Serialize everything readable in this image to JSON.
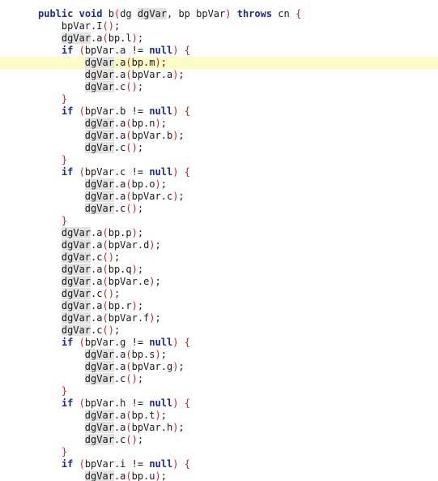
{
  "editor": {
    "current_line_color": "#fdfcc9",
    "keyword_color": "#1f2a98",
    "paren_color": "#cc1f1f",
    "usage_highlight_color": "#e2e2e2",
    "highlighted_identifier": "dgVar",
    "current_line_index": 4,
    "lines": [
      [
        {
          "t": "public",
          "c": "kw"
        },
        {
          "t": " ",
          "c": "plain"
        },
        {
          "t": "void",
          "c": "kw"
        },
        {
          "t": " b",
          "c": "plain"
        },
        {
          "t": "(",
          "c": "p"
        },
        {
          "t": "dg ",
          "c": "plain"
        },
        {
          "t": "dgVar",
          "c": "ref"
        },
        {
          "t": ", bp bpVar",
          "c": "plain"
        },
        {
          "t": ")",
          "c": "p"
        },
        {
          "t": " ",
          "c": "plain"
        },
        {
          "t": "throws",
          "c": "kw"
        },
        {
          "t": " cn ",
          "c": "plain"
        },
        {
          "t": "{",
          "c": "p"
        }
      ],
      [
        {
          "t": "    bpVar.I",
          "c": "plain"
        },
        {
          "t": "()",
          "c": "p"
        },
        {
          "t": ";",
          "c": "plain"
        }
      ],
      [
        {
          "t": "    ",
          "c": "plain"
        },
        {
          "t": "dgVar",
          "c": "ref"
        },
        {
          "t": ".a",
          "c": "plain"
        },
        {
          "t": "(",
          "c": "p"
        },
        {
          "t": "bp.l",
          "c": "plain"
        },
        {
          "t": ")",
          "c": "p"
        },
        {
          "t": ";",
          "c": "plain"
        }
      ],
      [
        {
          "t": "    ",
          "c": "plain"
        },
        {
          "t": "if",
          "c": "kw"
        },
        {
          "t": " ",
          "c": "plain"
        },
        {
          "t": "(",
          "c": "p"
        },
        {
          "t": "bpVar.a != ",
          "c": "plain"
        },
        {
          "t": "null",
          "c": "kw"
        },
        {
          "t": ")",
          "c": "p"
        },
        {
          "t": " ",
          "c": "plain"
        },
        {
          "t": "{",
          "c": "p"
        }
      ],
      [
        {
          "t": "        ",
          "c": "plain"
        },
        {
          "t": "dgVar",
          "c": "ref"
        },
        {
          "t": ".a",
          "c": "plain"
        },
        {
          "t": "(",
          "c": "p"
        },
        {
          "t": "bp.m",
          "c": "plain"
        },
        {
          "t": ")",
          "c": "p"
        },
        {
          "t": ";",
          "c": "plain"
        }
      ],
      [
        {
          "t": "        ",
          "c": "plain"
        },
        {
          "t": "dgVar",
          "c": "ref"
        },
        {
          "t": ".a",
          "c": "plain"
        },
        {
          "t": "(",
          "c": "p"
        },
        {
          "t": "bpVar.a",
          "c": "plain"
        },
        {
          "t": ")",
          "c": "p"
        },
        {
          "t": ";",
          "c": "plain"
        }
      ],
      [
        {
          "t": "        ",
          "c": "plain"
        },
        {
          "t": "dgVar",
          "c": "ref"
        },
        {
          "t": ".c",
          "c": "plain"
        },
        {
          "t": "()",
          "c": "p"
        },
        {
          "t": ";",
          "c": "plain"
        }
      ],
      [
        {
          "t": "    ",
          "c": "plain"
        },
        {
          "t": "}",
          "c": "p"
        }
      ],
      [
        {
          "t": "    ",
          "c": "plain"
        },
        {
          "t": "if",
          "c": "kw"
        },
        {
          "t": " ",
          "c": "plain"
        },
        {
          "t": "(",
          "c": "p"
        },
        {
          "t": "bpVar.b != ",
          "c": "plain"
        },
        {
          "t": "null",
          "c": "kw"
        },
        {
          "t": ")",
          "c": "p"
        },
        {
          "t": " ",
          "c": "plain"
        },
        {
          "t": "{",
          "c": "p"
        }
      ],
      [
        {
          "t": "        ",
          "c": "plain"
        },
        {
          "t": "dgVar",
          "c": "ref"
        },
        {
          "t": ".a",
          "c": "plain"
        },
        {
          "t": "(",
          "c": "p"
        },
        {
          "t": "bp.n",
          "c": "plain"
        },
        {
          "t": ")",
          "c": "p"
        },
        {
          "t": ";",
          "c": "plain"
        }
      ],
      [
        {
          "t": "        ",
          "c": "plain"
        },
        {
          "t": "dgVar",
          "c": "ref"
        },
        {
          "t": ".a",
          "c": "plain"
        },
        {
          "t": "(",
          "c": "p"
        },
        {
          "t": "bpVar.b",
          "c": "plain"
        },
        {
          "t": ")",
          "c": "p"
        },
        {
          "t": ";",
          "c": "plain"
        }
      ],
      [
        {
          "t": "        ",
          "c": "plain"
        },
        {
          "t": "dgVar",
          "c": "ref"
        },
        {
          "t": ".c",
          "c": "plain"
        },
        {
          "t": "()",
          "c": "p"
        },
        {
          "t": ";",
          "c": "plain"
        }
      ],
      [
        {
          "t": "    ",
          "c": "plain"
        },
        {
          "t": "}",
          "c": "p"
        }
      ],
      [
        {
          "t": "    ",
          "c": "plain"
        },
        {
          "t": "if",
          "c": "kw"
        },
        {
          "t": " ",
          "c": "plain"
        },
        {
          "t": "(",
          "c": "p"
        },
        {
          "t": "bpVar.c != ",
          "c": "plain"
        },
        {
          "t": "null",
          "c": "kw"
        },
        {
          "t": ")",
          "c": "p"
        },
        {
          "t": " ",
          "c": "plain"
        },
        {
          "t": "{",
          "c": "p"
        }
      ],
      [
        {
          "t": "        ",
          "c": "plain"
        },
        {
          "t": "dgVar",
          "c": "ref"
        },
        {
          "t": ".a",
          "c": "plain"
        },
        {
          "t": "(",
          "c": "p"
        },
        {
          "t": "bp.o",
          "c": "plain"
        },
        {
          "t": ")",
          "c": "p"
        },
        {
          "t": ";",
          "c": "plain"
        }
      ],
      [
        {
          "t": "        ",
          "c": "plain"
        },
        {
          "t": "dgVar",
          "c": "ref"
        },
        {
          "t": ".a",
          "c": "plain"
        },
        {
          "t": "(",
          "c": "p"
        },
        {
          "t": "bpVar.c",
          "c": "plain"
        },
        {
          "t": ")",
          "c": "p"
        },
        {
          "t": ";",
          "c": "plain"
        }
      ],
      [
        {
          "t": "        ",
          "c": "plain"
        },
        {
          "t": "dgVar",
          "c": "ref"
        },
        {
          "t": ".c",
          "c": "plain"
        },
        {
          "t": "()",
          "c": "p"
        },
        {
          "t": ";",
          "c": "plain"
        }
      ],
      [
        {
          "t": "    ",
          "c": "plain"
        },
        {
          "t": "}",
          "c": "p"
        }
      ],
      [
        {
          "t": "    ",
          "c": "plain"
        },
        {
          "t": "dgVar",
          "c": "ref"
        },
        {
          "t": ".a",
          "c": "plain"
        },
        {
          "t": "(",
          "c": "p"
        },
        {
          "t": "bp.p",
          "c": "plain"
        },
        {
          "t": ")",
          "c": "p"
        },
        {
          "t": ";",
          "c": "plain"
        }
      ],
      [
        {
          "t": "    ",
          "c": "plain"
        },
        {
          "t": "dgVar",
          "c": "ref"
        },
        {
          "t": ".a",
          "c": "plain"
        },
        {
          "t": "(",
          "c": "p"
        },
        {
          "t": "bpVar.d",
          "c": "plain"
        },
        {
          "t": ")",
          "c": "p"
        },
        {
          "t": ";",
          "c": "plain"
        }
      ],
      [
        {
          "t": "    ",
          "c": "plain"
        },
        {
          "t": "dgVar",
          "c": "ref"
        },
        {
          "t": ".c",
          "c": "plain"
        },
        {
          "t": "()",
          "c": "p"
        },
        {
          "t": ";",
          "c": "plain"
        }
      ],
      [
        {
          "t": "    ",
          "c": "plain"
        },
        {
          "t": "dgVar",
          "c": "ref"
        },
        {
          "t": ".a",
          "c": "plain"
        },
        {
          "t": "(",
          "c": "p"
        },
        {
          "t": "bp.q",
          "c": "plain"
        },
        {
          "t": ")",
          "c": "p"
        },
        {
          "t": ";",
          "c": "plain"
        }
      ],
      [
        {
          "t": "    ",
          "c": "plain"
        },
        {
          "t": "dgVar",
          "c": "ref"
        },
        {
          "t": ".a",
          "c": "plain"
        },
        {
          "t": "(",
          "c": "p"
        },
        {
          "t": "bpVar.e",
          "c": "plain"
        },
        {
          "t": ")",
          "c": "p"
        },
        {
          "t": ";",
          "c": "plain"
        }
      ],
      [
        {
          "t": "    ",
          "c": "plain"
        },
        {
          "t": "dgVar",
          "c": "ref"
        },
        {
          "t": ".c",
          "c": "plain"
        },
        {
          "t": "()",
          "c": "p"
        },
        {
          "t": ";",
          "c": "plain"
        }
      ],
      [
        {
          "t": "    ",
          "c": "plain"
        },
        {
          "t": "dgVar",
          "c": "ref"
        },
        {
          "t": ".a",
          "c": "plain"
        },
        {
          "t": "(",
          "c": "p"
        },
        {
          "t": "bp.r",
          "c": "plain"
        },
        {
          "t": ")",
          "c": "p"
        },
        {
          "t": ";",
          "c": "plain"
        }
      ],
      [
        {
          "t": "    ",
          "c": "plain"
        },
        {
          "t": "dgVar",
          "c": "ref"
        },
        {
          "t": ".a",
          "c": "plain"
        },
        {
          "t": "(",
          "c": "p"
        },
        {
          "t": "bpVar.f",
          "c": "plain"
        },
        {
          "t": ")",
          "c": "p"
        },
        {
          "t": ";",
          "c": "plain"
        }
      ],
      [
        {
          "t": "    ",
          "c": "plain"
        },
        {
          "t": "dgVar",
          "c": "ref"
        },
        {
          "t": ".c",
          "c": "plain"
        },
        {
          "t": "()",
          "c": "p"
        },
        {
          "t": ";",
          "c": "plain"
        }
      ],
      [
        {
          "t": "    ",
          "c": "plain"
        },
        {
          "t": "if",
          "c": "kw"
        },
        {
          "t": " ",
          "c": "plain"
        },
        {
          "t": "(",
          "c": "p"
        },
        {
          "t": "bpVar.g != ",
          "c": "plain"
        },
        {
          "t": "null",
          "c": "kw"
        },
        {
          "t": ")",
          "c": "p"
        },
        {
          "t": " ",
          "c": "plain"
        },
        {
          "t": "{",
          "c": "p"
        }
      ],
      [
        {
          "t": "        ",
          "c": "plain"
        },
        {
          "t": "dgVar",
          "c": "ref"
        },
        {
          "t": ".a",
          "c": "plain"
        },
        {
          "t": "(",
          "c": "p"
        },
        {
          "t": "bp.s",
          "c": "plain"
        },
        {
          "t": ")",
          "c": "p"
        },
        {
          "t": ";",
          "c": "plain"
        }
      ],
      [
        {
          "t": "        ",
          "c": "plain"
        },
        {
          "t": "dgVar",
          "c": "ref"
        },
        {
          "t": ".a",
          "c": "plain"
        },
        {
          "t": "(",
          "c": "p"
        },
        {
          "t": "bpVar.g",
          "c": "plain"
        },
        {
          "t": ")",
          "c": "p"
        },
        {
          "t": ";",
          "c": "plain"
        }
      ],
      [
        {
          "t": "        ",
          "c": "plain"
        },
        {
          "t": "dgVar",
          "c": "ref"
        },
        {
          "t": ".c",
          "c": "plain"
        },
        {
          "t": "()",
          "c": "p"
        },
        {
          "t": ";",
          "c": "plain"
        }
      ],
      [
        {
          "t": "    ",
          "c": "plain"
        },
        {
          "t": "}",
          "c": "p"
        }
      ],
      [
        {
          "t": "    ",
          "c": "plain"
        },
        {
          "t": "if",
          "c": "kw"
        },
        {
          "t": " ",
          "c": "plain"
        },
        {
          "t": "(",
          "c": "p"
        },
        {
          "t": "bpVar.h != ",
          "c": "plain"
        },
        {
          "t": "null",
          "c": "kw"
        },
        {
          "t": ")",
          "c": "p"
        },
        {
          "t": " ",
          "c": "plain"
        },
        {
          "t": "{",
          "c": "p"
        }
      ],
      [
        {
          "t": "        ",
          "c": "plain"
        },
        {
          "t": "dgVar",
          "c": "ref"
        },
        {
          "t": ".a",
          "c": "plain"
        },
        {
          "t": "(",
          "c": "p"
        },
        {
          "t": "bp.t",
          "c": "plain"
        },
        {
          "t": ")",
          "c": "p"
        },
        {
          "t": ";",
          "c": "plain"
        }
      ],
      [
        {
          "t": "        ",
          "c": "plain"
        },
        {
          "t": "dgVar",
          "c": "ref"
        },
        {
          "t": ".a",
          "c": "plain"
        },
        {
          "t": "(",
          "c": "p"
        },
        {
          "t": "bpVar.h",
          "c": "plain"
        },
        {
          "t": ")",
          "c": "p"
        },
        {
          "t": ";",
          "c": "plain"
        }
      ],
      [
        {
          "t": "        ",
          "c": "plain"
        },
        {
          "t": "dgVar",
          "c": "ref"
        },
        {
          "t": ".c",
          "c": "plain"
        },
        {
          "t": "()",
          "c": "p"
        },
        {
          "t": ";",
          "c": "plain"
        }
      ],
      [
        {
          "t": "    ",
          "c": "plain"
        },
        {
          "t": "}",
          "c": "p"
        }
      ],
      [
        {
          "t": "    ",
          "c": "plain"
        },
        {
          "t": "if",
          "c": "kw"
        },
        {
          "t": " ",
          "c": "plain"
        },
        {
          "t": "(",
          "c": "p"
        },
        {
          "t": "bpVar.i != ",
          "c": "plain"
        },
        {
          "t": "null",
          "c": "kw"
        },
        {
          "t": ")",
          "c": "p"
        },
        {
          "t": " ",
          "c": "plain"
        },
        {
          "t": "{",
          "c": "p"
        }
      ],
      [
        {
          "t": "        ",
          "c": "plain"
        },
        {
          "t": "dgVar",
          "c": "ref"
        },
        {
          "t": ".a",
          "c": "plain"
        },
        {
          "t": "(",
          "c": "p"
        },
        {
          "t": "bp.u",
          "c": "plain"
        },
        {
          "t": ")",
          "c": "p"
        },
        {
          "t": ";",
          "c": "plain"
        }
      ]
    ]
  }
}
